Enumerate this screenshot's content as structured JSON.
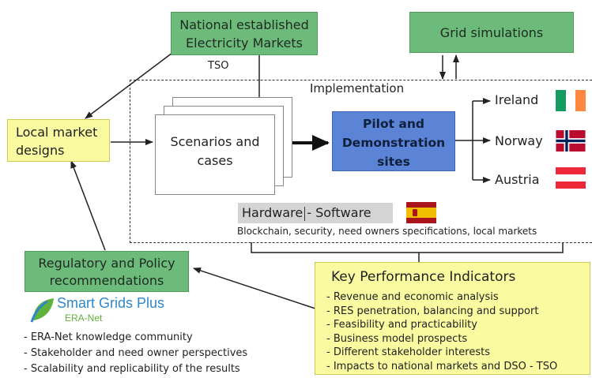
{
  "nodes": {
    "national_markets": {
      "line1": "National established",
      "line2": "Electricity Markets"
    },
    "tso_label": "TSO",
    "grid_simulations": "Grid simulations",
    "implementation_label": "Implementation",
    "local_market": {
      "line1": "Local market",
      "line2": "designs"
    },
    "scenarios": {
      "line1": "Scenarios and",
      "line2": "cases"
    },
    "pilot": {
      "line1": "Pilot and",
      "line2": "Demonstration",
      "line3": "sites"
    },
    "sites": [
      "Ireland",
      "Norway",
      "Austria"
    ],
    "hardware": "Hardware",
    "software": "- Software",
    "hw_sub": "Blockchain, security, need owners specifications, local markets",
    "regulatory": {
      "line1": "Regulatory and Policy",
      "line2": "recommendations"
    },
    "sgplus": {
      "name": "Smart Grids Plus",
      "sub": "ERA-Net"
    },
    "kpi_title": "Key Performance Indicators",
    "kpi_items": [
      "- Revenue and economic analysis",
      "- RES penetration, balancing and support",
      "- Feasibility and practicability",
      "- Business model prospects",
      "- Different stakeholder interests",
      "- Impacts to national markets and DSO - TSO"
    ],
    "reg_items": [
      "- ERA-Net knowledge community",
      "- Stakeholder and need owner perspectives",
      "- Scalability and replicability of the results"
    ]
  },
  "colors": {
    "green": "#6dbb7b",
    "yellow": "#fafaa0",
    "blue": "#5b84d6",
    "sgplus_blue": "#2f87c8",
    "sgplus_green": "#5fb23a"
  },
  "icons": [
    "ireland-flag-icon",
    "norway-flag-icon",
    "austria-flag-icon",
    "spain-flag-icon",
    "leaf-logo-icon"
  ]
}
